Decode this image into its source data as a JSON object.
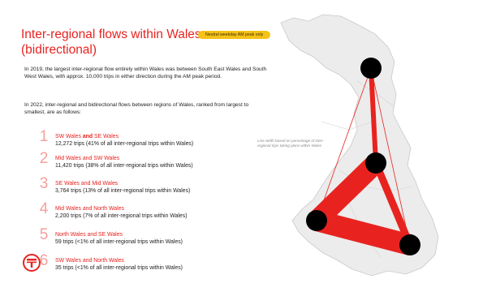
{
  "title": "Inter-regional flows within Wales (bidirectional)",
  "badge": "Neutral weekday AM peak only",
  "intro": "In 2019, the largest inter-regional flow entirely within Wales was between South East Wales and South West Wales, with approx. 10,000 trips in either direction during the AM peak period.",
  "intro2": "In 2022, inter-regional and bidirectional flows between regions of Wales, ranked from largest to smallest, are as follows:",
  "flows": [
    {
      "rank": "1",
      "from": "SW Wales",
      "joiner": "and",
      "to": "SE Wales",
      "trips": "12,272 trips (41% of all inter-regional trips within Wales)"
    },
    {
      "rank": "2",
      "route": "Mid Wales and SW Wales",
      "trips": "11,420 trips (38% of all inter-regional trips within Wales)"
    },
    {
      "rank": "3",
      "route": "SE Wales and Mid Wales",
      "trips": "3,764 trips (13% of all inter-regional trips within Wales)"
    },
    {
      "rank": "4",
      "route": "Mid Wales and North Wales",
      "trips": "2,200 trips (7% of all inter-regional trips within Wales)"
    },
    {
      "rank": "5",
      "route": "North Wales and SE Wales",
      "trips": "59 trips (<1% of all inter-regional trips within Wales)"
    },
    {
      "rank": "6",
      "route": "SW Wales and North Wales",
      "trips": "35 trips (<1% of all inter-regional trips within Wales)"
    }
  ],
  "map_note": "Line width based on percentage of inter-regional trips taking place within Wales",
  "colors": {
    "accent": "#e8231f",
    "rank_number": "#f3a19c",
    "badge": "#f5c218",
    "node": "#000000",
    "land": "#ececec"
  },
  "icons": {
    "logo": "transport-for-wales-logo-icon"
  }
}
